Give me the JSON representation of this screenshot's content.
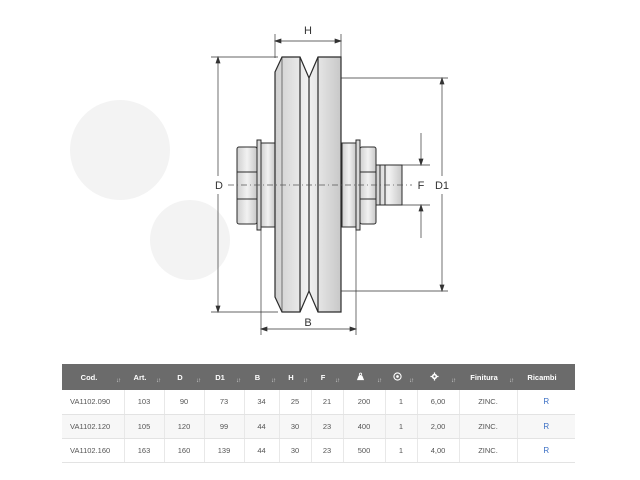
{
  "drawing": {
    "dimension_labels": {
      "H": "H",
      "D": "D",
      "F": "F",
      "D1": "D1",
      "B": "B"
    }
  },
  "table": {
    "columns": [
      {
        "key": "cod",
        "label": "Cod.",
        "icon": null
      },
      {
        "key": "art",
        "label": "Art.",
        "icon": null
      },
      {
        "key": "d",
        "label": "D",
        "icon": null
      },
      {
        "key": "d1",
        "label": "D1",
        "icon": null
      },
      {
        "key": "b",
        "label": "B",
        "icon": null
      },
      {
        "key": "h",
        "label": "H",
        "icon": null
      },
      {
        "key": "f",
        "label": "F",
        "icon": null
      },
      {
        "key": "load",
        "label": "",
        "icon": "weight-icon"
      },
      {
        "key": "bearing",
        "label": "",
        "icon": "ball-bearing-icon"
      },
      {
        "key": "weight",
        "label": "",
        "icon": "gear-icon"
      },
      {
        "key": "finitura",
        "label": "Finitura",
        "icon": null
      },
      {
        "key": "ricambi",
        "label": "Ricambi",
        "icon": null
      }
    ],
    "sort_glyph": "↓↑",
    "rows": [
      {
        "cod": "VA1102.090",
        "art": "103",
        "d": "90",
        "d1": "73",
        "b": "34",
        "h": "25",
        "f": "21",
        "load": "200",
        "bearing": "1",
        "weight": "6,00",
        "finitura": "ZINC.",
        "ricambi": "R"
      },
      {
        "cod": "VA1102.120",
        "art": "105",
        "d": "120",
        "d1": "99",
        "b": "44",
        "h": "30",
        "f": "23",
        "load": "400",
        "bearing": "1",
        "weight": "2,00",
        "finitura": "ZINC.",
        "ricambi": "R"
      },
      {
        "cod": "VA1102.160",
        "art": "163",
        "d": "160",
        "d1": "139",
        "b": "44",
        "h": "30",
        "f": "23",
        "load": "500",
        "bearing": "1",
        "weight": "4,00",
        "finitura": "ZINC.",
        "ricambi": "R"
      }
    ]
  },
  "colors": {
    "header_bg": "#6b6b6b",
    "link": "#3b6fc4",
    "metal": "#e2e2e2",
    "outline": "#2b2b2b"
  }
}
